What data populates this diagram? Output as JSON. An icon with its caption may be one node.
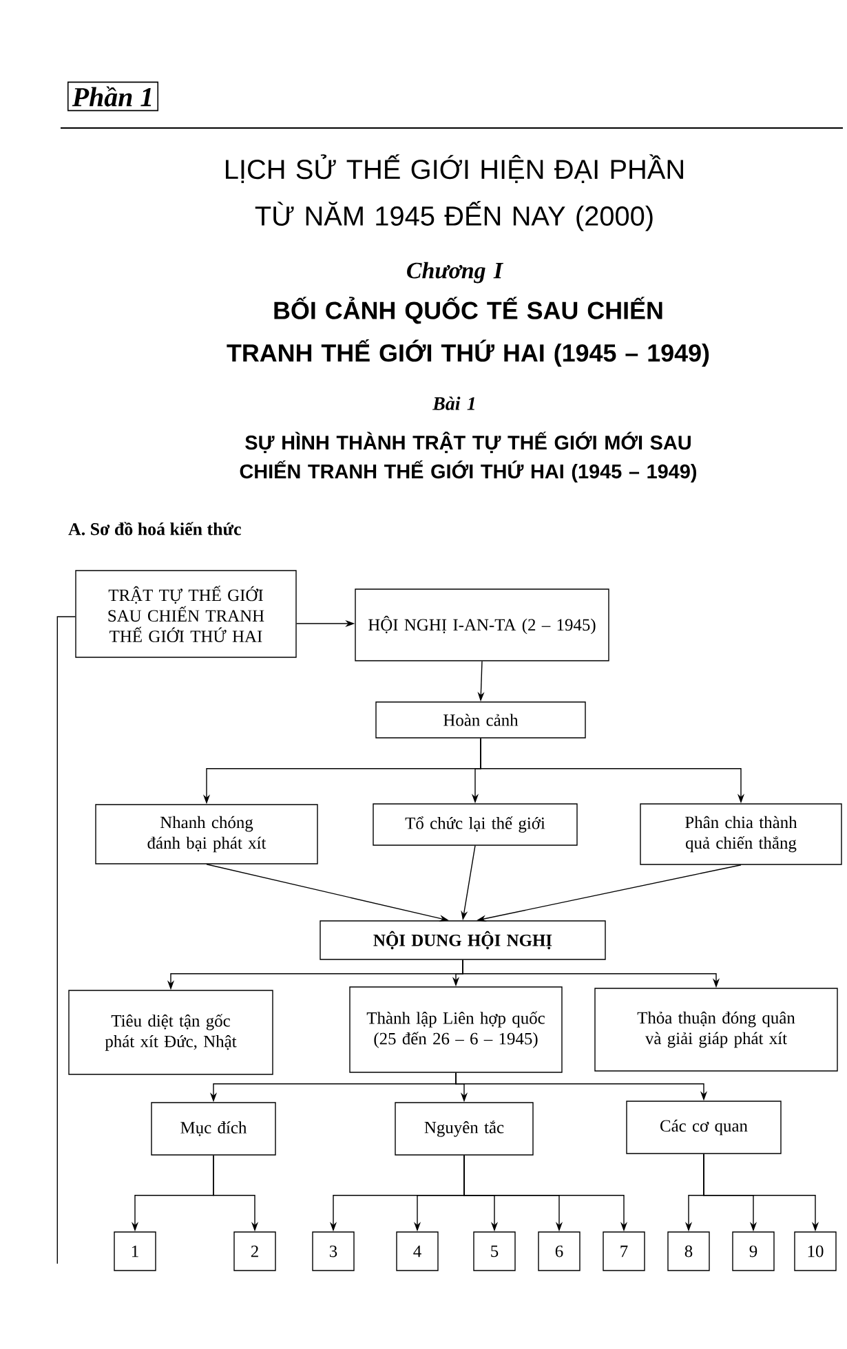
{
  "diagram": {
    "title": "LỊCH SỬ THẾ GIỚI HIỆN ĐẠI PHẦN TỪ NĂM 1945 ĐẾN NAY (2000)",
    "nodes": [
      {
        "text": [
          "TRẬT TỰ THẾ GIỚI SAU CHIẾN TRANH THẾ GIỚI THỨ HAI"
        ]
      },
      {
        "text": [
          "HỘI NGHỊ I-AN-TA (2 – 1945)"
        ]
      },
      {
        "text": [
          "Hoàn cảnh"
        ]
      },
      {
        "text": [
          "Nhanh chóng đánh bại phát xít"
        ]
      },
      {
        "text": [
          "Tổ chức lại thế giới"
        ]
      },
      {
        "text": [
          "Phân chia thành quả chiến thắng"
        ]
      },
      {
        "text": [
          "NỘI DUNG HỘI NGHỊ"
        ]
      },
      {
        "text": [
          "Tiêu diệt tận gốc phát xít Đức, Nhật"
        ]
      },
      {
        "text": [
          "Thành lập Liên hợp quốc (25 đến 26 – 6 – 1945)"
        ]
      },
      {
        "text": [
          "Thỏa thuận đóng quân và giải giáp phát xít"
        ]
      },
      {
        "text": [
          "Mục đích"
        ]
      },
      {
        "text": [
          "Nguyên tắc"
        ]
      },
      {
        "text": [
          "Các cơ quan"
        ]
      },
      {
        "text": [
          "1"
        ]
      },
      {
        "text": [
          "2"
        ]
      },
      {
        "text": [
          "3"
        ]
      },
      {
        "text": [
          "4"
        ]
      },
      {
        "text": [
          "5"
        ]
      },
      {
        "text": [
          "6"
        ]
      },
      {
        "text": [
          "7"
        ]
      },
      {
        "text": [
          "8"
        ]
      },
      {
        "text": [
          "9"
        ]
      },
      {
        "text": [
          "10"
        ]
      }
    ],
    "edges": [
      {
        "from": 0,
        "to": 1,
        "arrow": "to"
      },
      {
        "from": 0,
        "to": null,
        "arrow": "none"
      },
      {
        "from": 1,
        "to": 2,
        "arrow": "to"
      },
      {
        "from": 2,
        "to": 3,
        "arrow": "to"
      },
      {
        "from": 2,
        "to": 4,
        "arrow": "to"
      },
      {
        "from": 2,
        "to": 5,
        "arrow": "to"
      },
      {
        "from": 3,
        "to": 6,
        "arrow": "to"
      },
      {
        "from": 4,
        "to": 6,
        "arrow": "to"
      },
      {
        "from": 5,
        "to": 6,
        "arrow": "to"
      },
      {
        "from": 6,
        "to": 7,
        "arrow": "to"
      },
      {
        "from": 6,
        "to": 8,
        "arrow": "to"
      },
      {
        "from": 6,
        "to": 9,
        "arrow": "to"
      },
      {
        "from": 8,
        "to": 10,
        "arrow": "to"
      },
      {
        "from": 8,
        "to": 11,
        "arrow": "to"
      },
      {
        "from": 8,
        "to": 12,
        "arrow": "to"
      },
      {
        "from": 10,
        "to": 13,
        "arrow": "to"
      },
      {
        "from": 10,
        "to": 14,
        "arrow": "to"
      },
      {
        "from": 11,
        "to": 15,
        "arrow": "to"
      },
      {
        "from": 11,
        "to": 16,
        "arrow": "to"
      },
      {
        "from": 11,
        "to": 17,
        "arrow": "to"
      },
      {
        "from": 11,
        "to": 18,
        "arrow": "to"
      },
      {
        "from": 11,
        "to": 19,
        "arrow": "to"
      },
      {
        "from": 12,
        "to": 20,
        "arrow": "to"
      },
      {
        "from": 12,
        "to": 21,
        "arrow": "to"
      },
      {
        "from": 12,
        "to": 22,
        "arrow": "to"
      }
    ],
    "labels": [
      "Phần 1",
      "Chương I",
      "BỐI CẢNH QUỐC TẾ SAU CHIẾN TRANH THẾ GIỚI THỨ HAI (1945 – 1949)",
      "Bài 1",
      "SỰ HÌNH THÀNH TRẬT TỰ THẾ GIỚI MỚI SAU CHIẾN TRANH THẾ GIỚI THỨ HAI (1945 – 1949)",
      "A. Sơ đồ hoá kiến thức"
    ]
  }
}
